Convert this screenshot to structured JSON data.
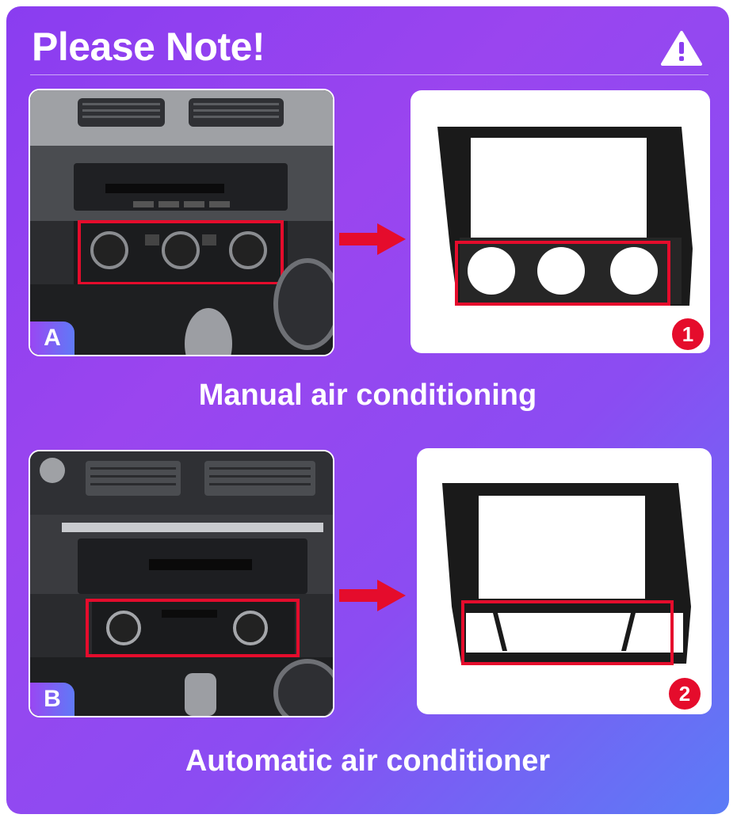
{
  "header": {
    "title": "Please Note!",
    "icon": "warning-icon"
  },
  "sections": [
    {
      "letter": "A",
      "number": "1",
      "caption": "Manual air conditioning"
    },
    {
      "letter": "B",
      "number": "2",
      "caption": "Automatic air conditioner"
    }
  ],
  "colors": {
    "highlight": "#e50c2c",
    "background_start": "#8a3df0",
    "background_end": "#5b7cf6"
  }
}
